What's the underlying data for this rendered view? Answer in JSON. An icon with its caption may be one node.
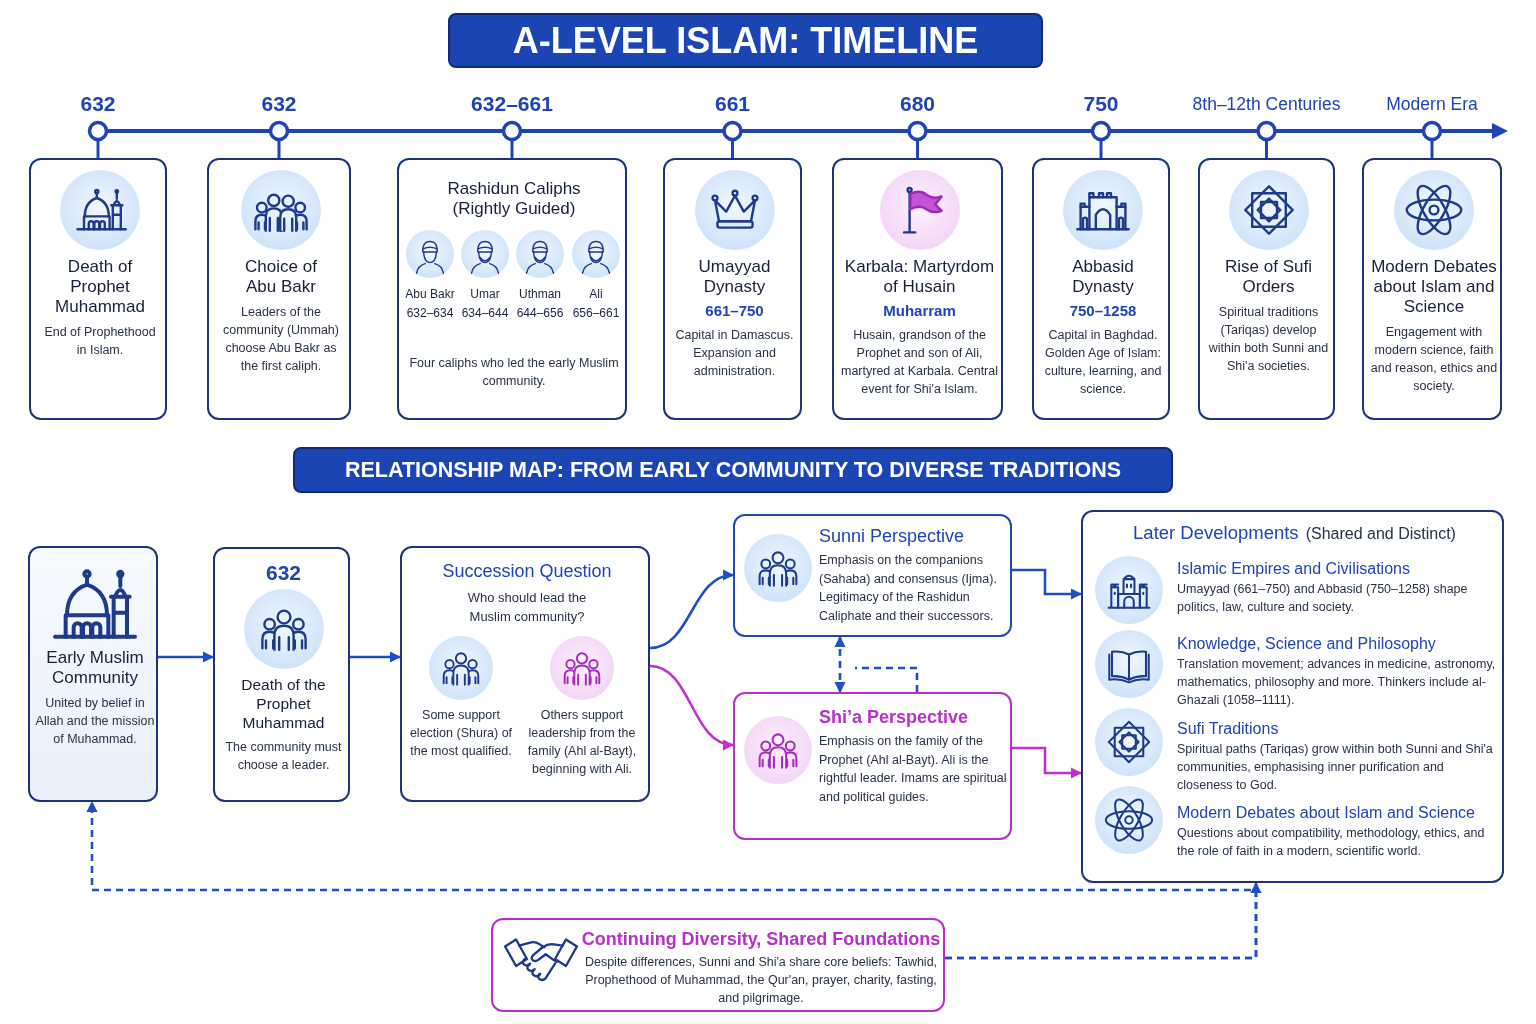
{
  "diagram": {
    "title": "A-LEVEL ISLAM: TIMELINE",
    "nodes": [
      {
        "text": [
          "Death of Prophet Muhammad",
          "End of Prophethood in Islam."
        ],
        "beside": [
          "632"
        ]
      },
      {
        "text": [
          "Choice of Abu Bakr",
          "Leaders of the community (Ummah) choose Abu Bakr as the first caliph."
        ],
        "beside": [
          "632"
        ]
      },
      {
        "text": [
          "Rashidun Caliphs (Rightly Guided)",
          "Abu Bakr",
          "632–634",
          "Umar",
          "634–644",
          "Uthman",
          "644–656",
          "Ali",
          "656–661",
          "Four caliphs who led the early Muslim community."
        ],
        "beside": [
          "632–661"
        ]
      },
      {
        "text": [
          "Umayyad Dynasty",
          "661–750",
          "Capital in Damascus. Expansion and administration."
        ],
        "beside": [
          "661"
        ]
      },
      {
        "text": [
          "Karbala: Martyrdom of Husain",
          "Muharram",
          "Husain, grandson of the Prophet and son of Ali, martyred at Karbala. Central event for Shi'a Islam."
        ],
        "beside": [
          "680"
        ]
      },
      {
        "text": [
          "Abbasid Dynasty",
          "750–1258",
          "Capital in Baghdad. Golden Age of Islam: culture, learning, and science."
        ],
        "beside": [
          "750"
        ]
      },
      {
        "text": [
          "Rise of Sufi Orders",
          "Spiritual traditions (Tariqas) develop within both Sunni and Shi'a societies."
        ],
        "beside": [
          "8th–12th Centuries"
        ]
      },
      {
        "text": [
          "Modern Debates about Islam and Science",
          "Engagement with modern science, faith and reason, ethics and society."
        ],
        "beside": [
          "Modern Era"
        ]
      },
      {
        "text": [
          "RELATIONSHIP MAP: FROM EARLY COMMUNITY TO DIVERSE TRADITIONS"
        ]
      },
      {
        "text": [
          "Early Muslim Community",
          "United by belief in Allah and the mission of Muhammad."
        ]
      },
      {
        "text": [
          "632",
          "Death of the Prophet Muhammad",
          "The community must choose a leader."
        ]
      },
      {
        "text": [
          "Succession Question",
          "Who should lead the Muslim community?",
          "Some support election (Shura) of the most qualified.",
          "Others support leadership from the family (Ahl al-Bayt), beginning with Ali."
        ]
      },
      {
        "text": [
          "Sunni Perspective",
          "Emphasis on the companions (Sahaba) and consensus (Ijma). Legitimacy of the Rashidun Caliphate and their successors."
        ]
      },
      {
        "text": [
          "Shi’a Perspective",
          "Emphasis on the family of the Prophet (Ahl al-Bayt). Ali is the rightful leader. Imams are spiritual and political guides."
        ]
      },
      {
        "text": [
          "Later Developments",
          "(Shared and Distinct)",
          "Islamic Empires and Civilisations",
          "Umayyad (661–750) and Abbasid (750–1258) shape politics, law, culture and society.",
          "Knowledge, Science and Philosophy",
          "Translation movement; advances in medicine, astronomy, mathematics, philosophy and more. Thinkers include al-Ghazali (1058–1111).",
          "Sufi Traditions",
          "Spiritual paths (Tariqas) grow within both Sunni and Shi'a communities, emphasising inner purification and closeness to God.",
          "Modern Debates about Islam and Science",
          "Questions about compatibility, methodology, ethics, and the role of faith in a modern, scientific world."
        ]
      },
      {
        "text": [
          "Continuing Diversity, Shared Foundations",
          "Despite differences, Sunni and Shi'a share core beliefs: Tawhid, Prophethood of Muhammad, the Qur'an, prayer, charity, fasting, and pilgrimage."
        ]
      }
    ],
    "edges": [
      {
        "from": 9,
        "to": 10,
        "arrow": "to"
      },
      {
        "from": 10,
        "to": 11,
        "arrow": "to"
      },
      {
        "from": 11,
        "to": 12,
        "arrow": "to"
      },
      {
        "from": 11,
        "to": 13,
        "arrow": "to",
        "color": "#c12fd0"
      },
      {
        "from": 12,
        "to": 13,
        "arrow": "both",
        "style": "dashed"
      },
      {
        "from": 13,
        "to": null,
        "arrow": "none",
        "style": "dashed"
      },
      {
        "from": 12,
        "to": 14,
        "arrow": "to"
      },
      {
        "from": 13,
        "to": 14,
        "arrow": "to",
        "color": "#c12fd0"
      },
      {
        "from": 15,
        "to": 14,
        "arrow": "to",
        "style": "dashed"
      },
      {
        "from": 15,
        "to": 9,
        "arrow": "to",
        "style": "dashed"
      }
    ]
  }
}
